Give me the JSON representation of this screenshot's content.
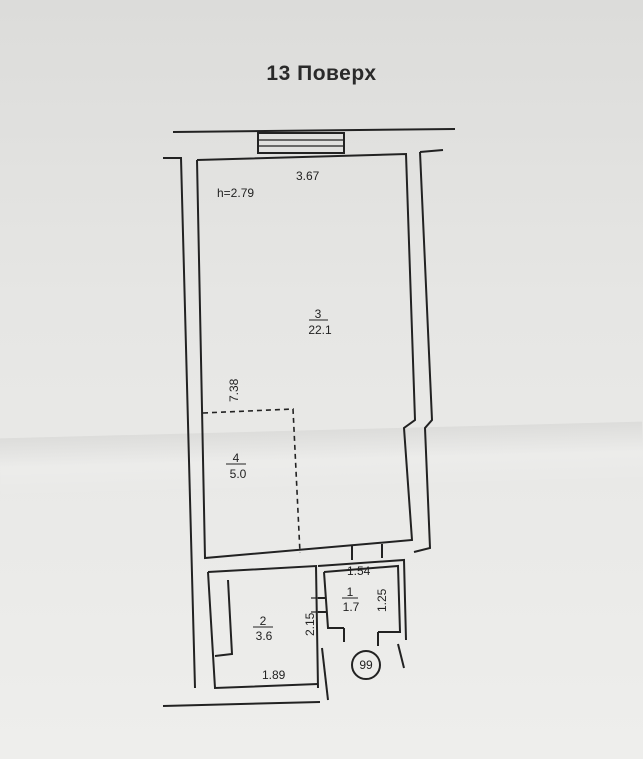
{
  "title": "13 Поверх",
  "ceiling_height": "h=2.79",
  "rooms": [
    {
      "number": "1",
      "area": "1.7"
    },
    {
      "number": "2",
      "area": "3.6"
    },
    {
      "number": "3",
      "area": "22.1"
    },
    {
      "number": "4",
      "area": "5.0"
    }
  ],
  "dimensions": {
    "top_width": "3.67",
    "left_length": "7.38",
    "room1_width": "1.54",
    "room1_length": "1.25",
    "room2_width": "1.89",
    "room2_length": "2.15"
  },
  "marker": "99"
}
